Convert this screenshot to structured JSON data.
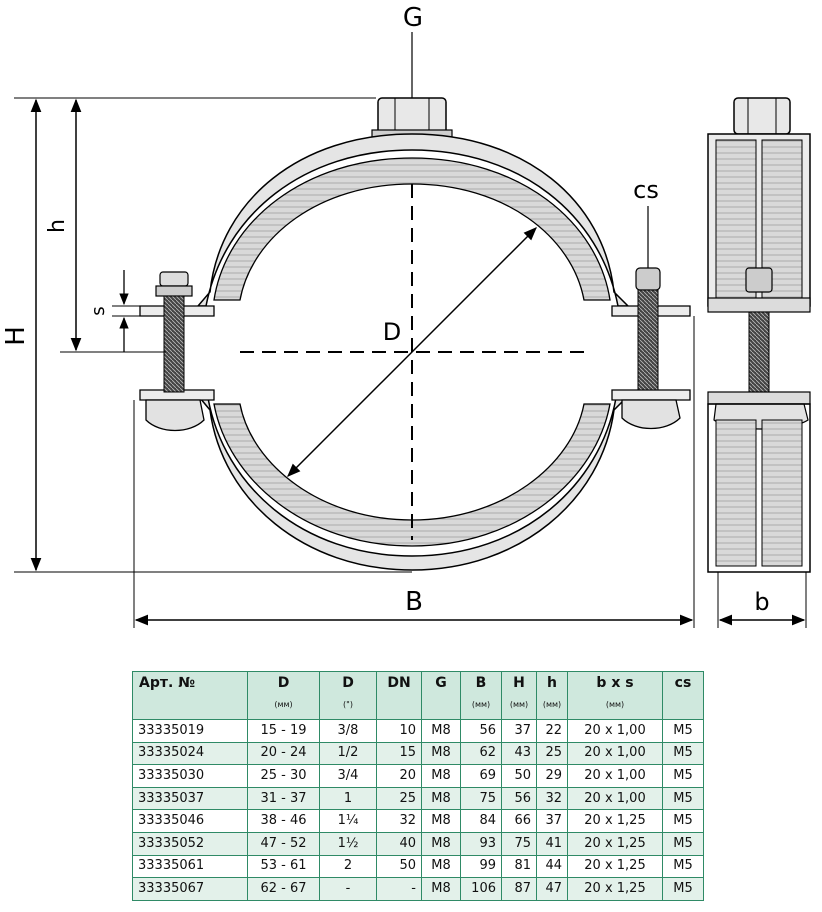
{
  "drawing": {
    "labels": {
      "G": "G",
      "cs": "cs",
      "h": "h",
      "H": "H",
      "s": "s",
      "D": "D",
      "B": "B",
      "b": "b"
    }
  },
  "table": {
    "headers": [
      {
        "label": "Арт. №",
        "unit": ""
      },
      {
        "label": "D",
        "unit": "(мм)"
      },
      {
        "label": "D",
        "unit": "(\")"
      },
      {
        "label": "DN",
        "unit": ""
      },
      {
        "label": "G",
        "unit": ""
      },
      {
        "label": "B",
        "unit": "(мм)"
      },
      {
        "label": "H",
        "unit": "(мм)"
      },
      {
        "label": "h",
        "unit": "(мм)"
      },
      {
        "label": "b x s",
        "unit": "(мм)"
      },
      {
        "label": "cs",
        "unit": ""
      }
    ],
    "rows": [
      [
        "33335019",
        "15 - 19",
        "3/8",
        "10",
        "M8",
        "56",
        "37",
        "22",
        "20 x 1,00",
        "M5"
      ],
      [
        "33335024",
        "20 - 24",
        "1/2",
        "15",
        "M8",
        "62",
        "43",
        "25",
        "20 x 1,00",
        "M5"
      ],
      [
        "33335030",
        "25 - 30",
        "3/4",
        "20",
        "M8",
        "69",
        "50",
        "29",
        "20 x 1,00",
        "M5"
      ],
      [
        "33335037",
        "31 - 37",
        "1",
        "25",
        "M8",
        "75",
        "56",
        "32",
        "20 x 1,00",
        "M5"
      ],
      [
        "33335046",
        "38 - 46",
        "1¼",
        "32",
        "M8",
        "84",
        "66",
        "37",
        "20 x 1,25",
        "M5"
      ],
      [
        "33335052",
        "47 - 52",
        "1½",
        "40",
        "M8",
        "93",
        "75",
        "41",
        "20 x 1,25",
        "M5"
      ],
      [
        "33335061",
        "53 - 61",
        "2",
        "50",
        "M8",
        "99",
        "81",
        "44",
        "20 x 1,25",
        "M5"
      ],
      [
        "33335067",
        "62 - 67",
        "-",
        "-",
        "M8",
        "106",
        "87",
        "47",
        "20 x 1,25",
        "M5"
      ]
    ]
  }
}
